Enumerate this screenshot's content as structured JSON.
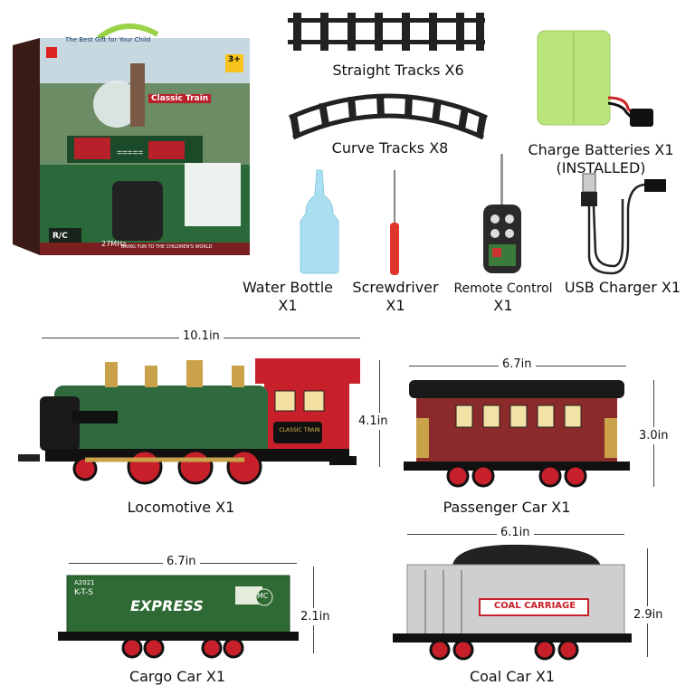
{
  "box": {
    "tagline": "The Best Gift for Your Child",
    "brand": "Classic Train",
    "age": "3+",
    "rc": "R/C",
    "freq": "27MHz",
    "bottom_text": "BRING FUN TO THE CHILDREN'S WORLD"
  },
  "parts": {
    "straight_tracks": "Straight Tracks  X6",
    "curve_tracks": "Curve Tracks X8",
    "batteries_line1": "Charge Batteries X1",
    "batteries_line2": "(INSTALLED)",
    "water_bottle_line1": "Water Bottle",
    "water_bottle_line2": "X1",
    "screwdriver_line1": "Screwdriver",
    "screwdriver_line2": "X1",
    "remote_line1": "Remote Control",
    "remote_line2": "X1",
    "usb_charger": "USB Charger X1"
  },
  "cars": {
    "locomotive": {
      "label": "Locomotive X1",
      "length": "10.1in",
      "height": "4.1in",
      "plate": "CLASSIC TRAIN"
    },
    "passenger": {
      "label": "Passenger Car  X1",
      "length": "6.7in",
      "height": "3.0in"
    },
    "cargo": {
      "label": "Cargo Car X1",
      "length": "6.7in",
      "height": "2.1in",
      "id": "A2021",
      "code": "K-T-S",
      "text": "EXPRESS",
      "badge": "MC"
    },
    "coal": {
      "label": "Coal Car X1",
      "length": "6.1in",
      "height": "2.9in",
      "text": "COAL CARRIAGE"
    }
  },
  "colors": {
    "loco_green": "#2f6a3e",
    "loco_red": "#b8202a",
    "passenger_red": "#8a2a2a",
    "cargo_green": "#2f6a34",
    "coal_silver": "#cfcfcf",
    "battery_green": "#b9e57a",
    "bottle_blue": "#a9dff0"
  }
}
